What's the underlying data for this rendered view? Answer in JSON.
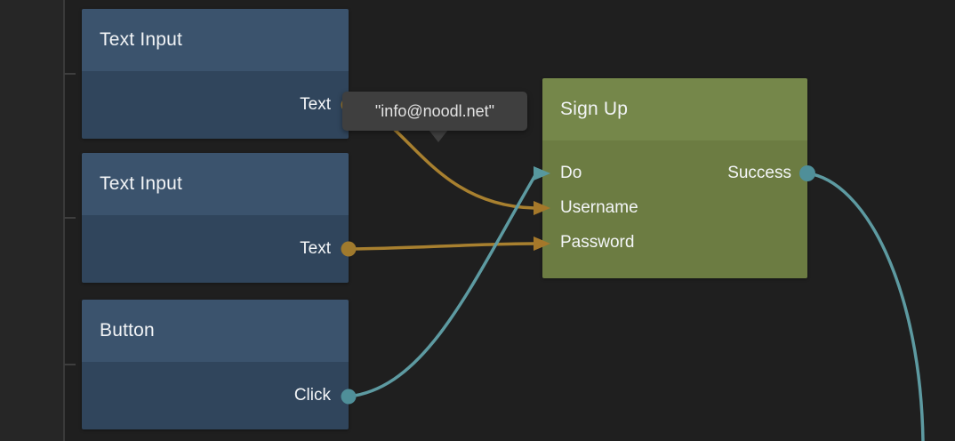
{
  "editor": {
    "kind": "node-graph-canvas"
  },
  "colors": {
    "canvas_background": "#1f1f1f",
    "ui_node_header": "#3b536d",
    "ui_node_body": "#30455c",
    "logic_node_header": "#75874a",
    "logic_node_body": "#6c7c42",
    "data_connection": "#a8802f",
    "data_port": "#a07a2d",
    "signal_connection": "#5d9aa1",
    "signal_port": "#4f8f99",
    "tooltip_background": "#3f3f3f"
  },
  "nodes": [
    {
      "title": "Text Input",
      "outputs": [
        {
          "label": "Text",
          "type": "data"
        }
      ]
    },
    {
      "title": "Text Input",
      "outputs": [
        {
          "label": "Text",
          "type": "data"
        }
      ]
    },
    {
      "title": "Button",
      "outputs": [
        {
          "label": "Click",
          "type": "signal"
        }
      ]
    },
    {
      "title": "Sign Up",
      "inputs": [
        {
          "label": "Do",
          "type": "signal"
        },
        {
          "label": "Username",
          "type": "data"
        },
        {
          "label": "Password",
          "type": "data"
        }
      ],
      "outputs": [
        {
          "label": "Success",
          "type": "signal"
        }
      ]
    }
  ],
  "connections": [
    {
      "from": "Text Input (1) / Text",
      "to": "Sign Up / Username",
      "type": "data"
    },
    {
      "from": "Text Input (2) / Text",
      "to": "Sign Up / Password",
      "type": "data"
    },
    {
      "from": "Button / Click",
      "to": "Sign Up / Do",
      "type": "signal"
    },
    {
      "from": "Sign Up / Success",
      "to": "off-screen bottom-right",
      "type": "signal"
    }
  ],
  "value_tooltip": {
    "text": "\"info@noodl.net\""
  }
}
